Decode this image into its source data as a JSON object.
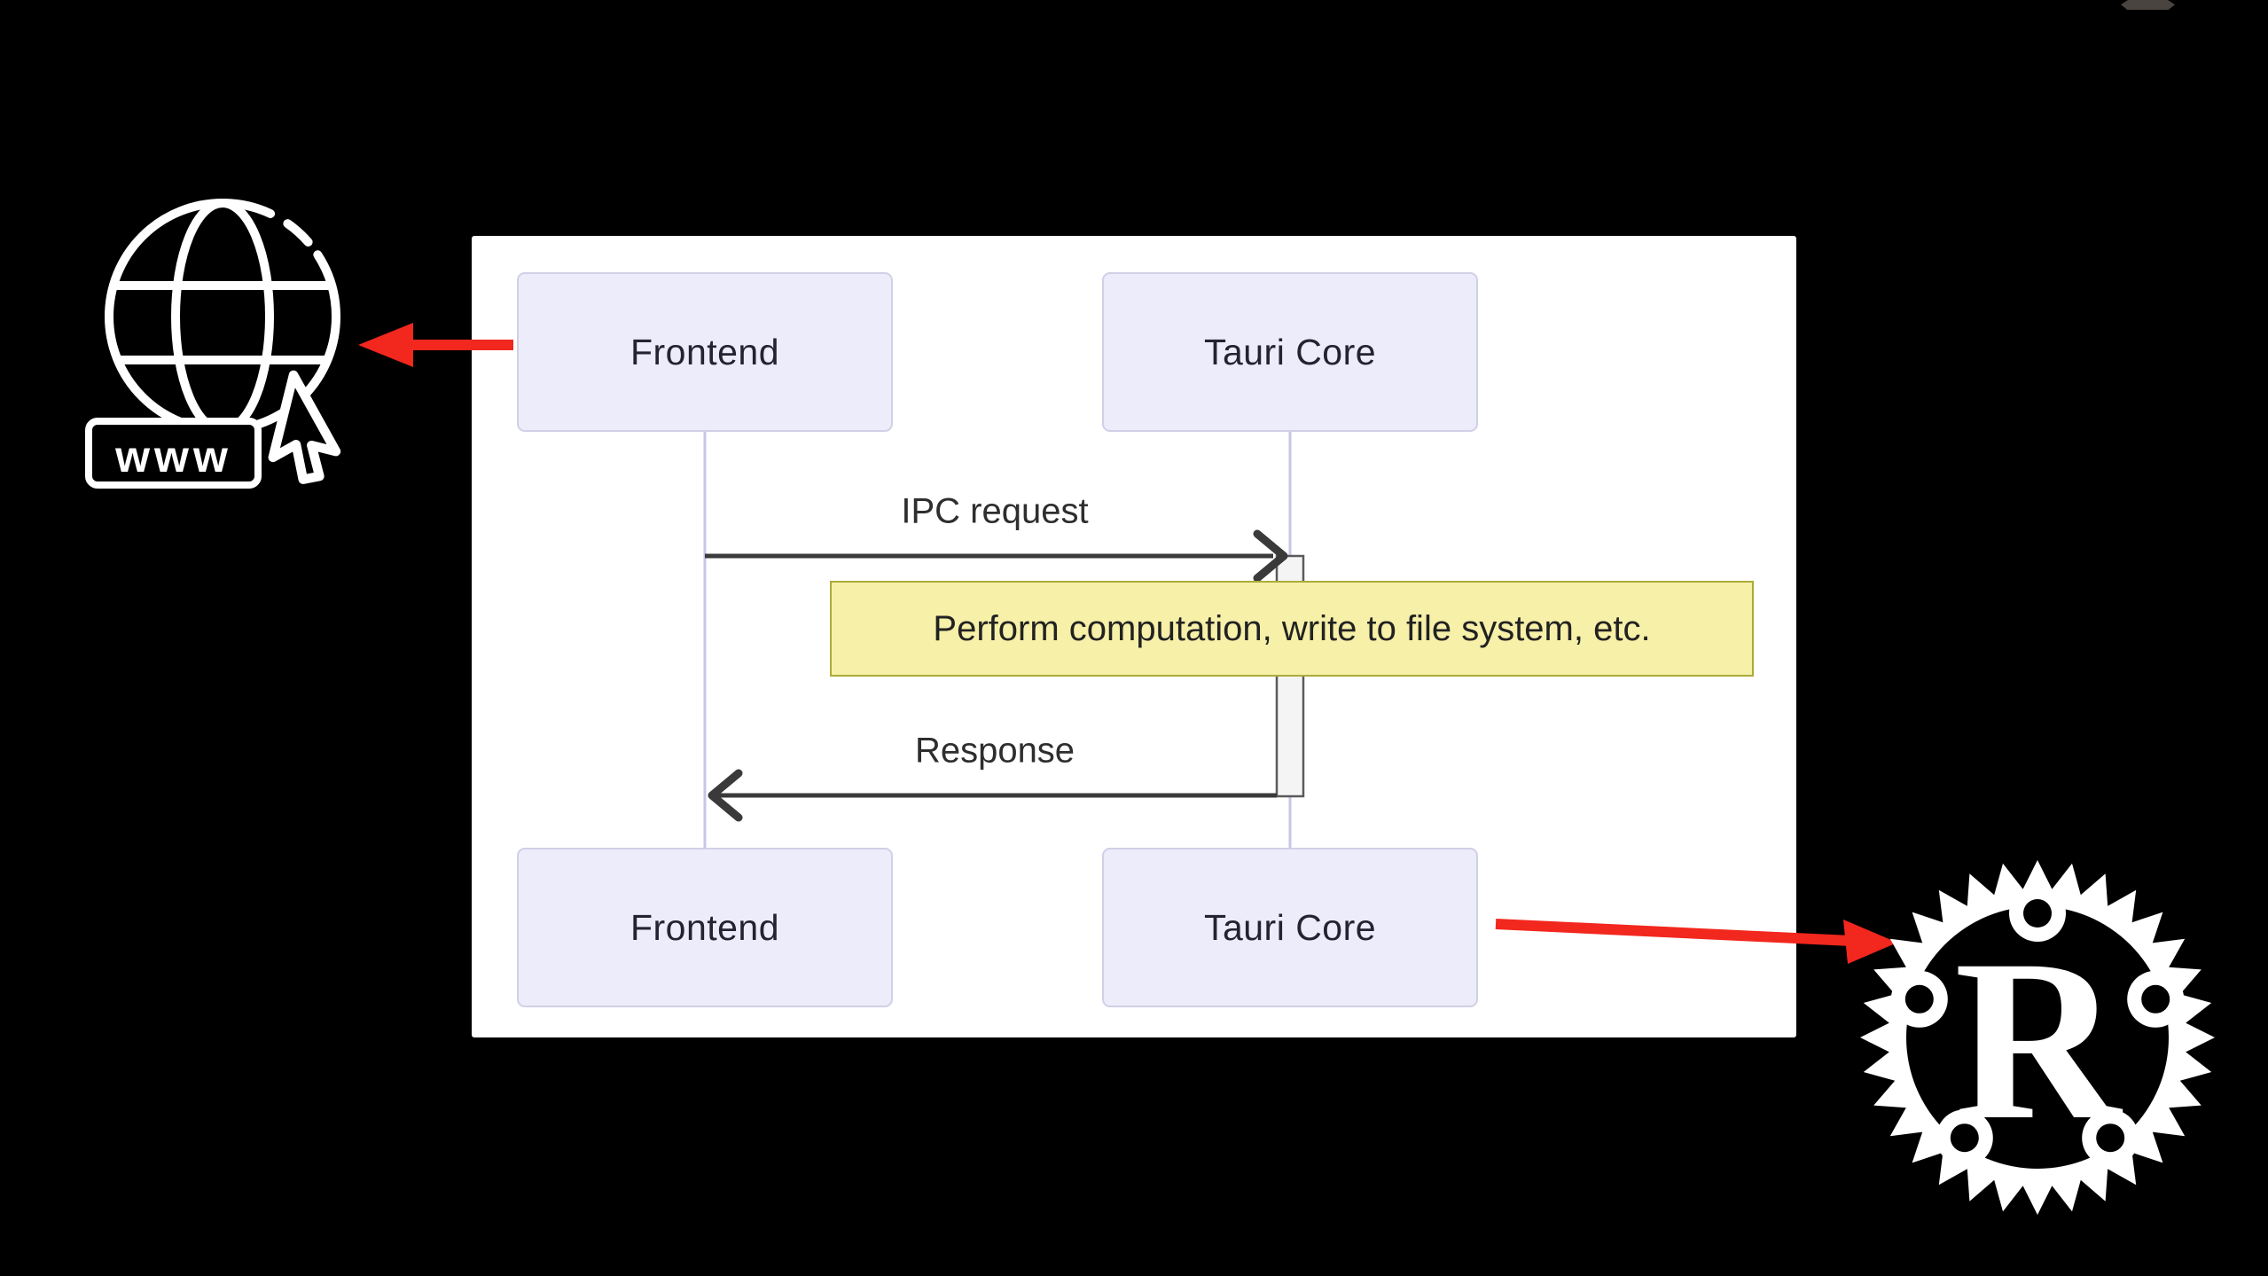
{
  "scene": {
    "background_color": "#000000",
    "drag_handle_color": "#49443f"
  },
  "decorations": {
    "red_arrow_color": "#f2271d",
    "web_icon": {
      "label": "www",
      "color": "#ffffff"
    },
    "rust_logo": {
      "letter": "R",
      "color": "#ffffff"
    }
  },
  "sequence_diagram": {
    "canvas_color": "#ffffff",
    "actor_fill": "#ececfa",
    "actor_border": "#d0d0e6",
    "lifeline_color": "#c6c6e9",
    "arrow_color": "#3a3a3a",
    "activation_fill": "#f4f4f4",
    "activation_border": "#5a5a5a",
    "note_fill": "#f6f0a8",
    "note_border": "#abab3a",
    "actors": [
      {
        "label": "Frontend"
      },
      {
        "label": "Tauri Core"
      }
    ],
    "messages": [
      {
        "label": "IPC request",
        "from": "Frontend",
        "to": "Tauri Core",
        "direction": "right"
      },
      {
        "label": "Response",
        "from": "Tauri Core",
        "to": "Frontend",
        "direction": "left"
      }
    ],
    "note": {
      "text": "Perform computation, write to file system, etc."
    }
  }
}
